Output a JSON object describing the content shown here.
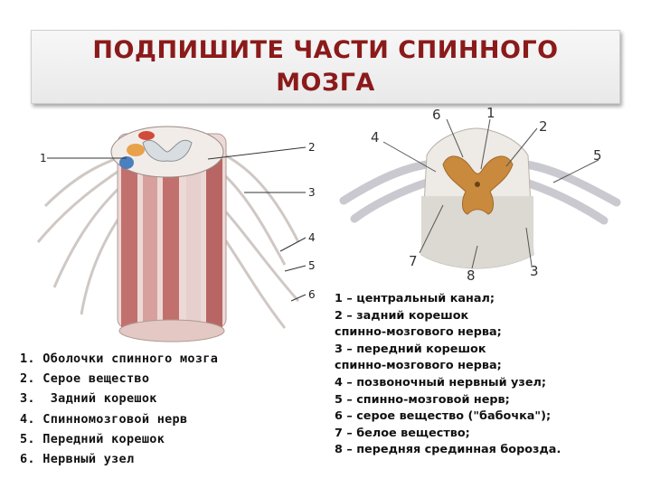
{
  "title": "ПОДПИШИТЕ ЧАСТИ СПИННОГО МОЗГА",
  "left_figure": {
    "labels": [
      "1",
      "2",
      "3",
      "4",
      "5",
      "6"
    ]
  },
  "right_figure": {
    "labels": [
      "1",
      "2",
      "3",
      "4",
      "5",
      "6",
      "7",
      "8"
    ]
  },
  "left_list": [
    "1. Оболочки спинного мозга",
    "2. Серое вещество",
    "3.  Задний корешок",
    "4. Спинномозговой нерв",
    "5. Передний корешок",
    "6. Нервный узел"
  ],
  "right_list": [
    "1 – центральный канал;",
    "2 – задний корешок",
    "спинно-мозгового нерва;",
    "3 – передний корешок",
    "спинно-мозгового нерва;",
    "4 – позвоночный нервный узел;",
    "5 – спинно-мозговой нерв;",
    "6 – серое вещество (\"бабочка\");",
    "7 – белое вещество;",
    "8 – передняя срединная борозда."
  ]
}
